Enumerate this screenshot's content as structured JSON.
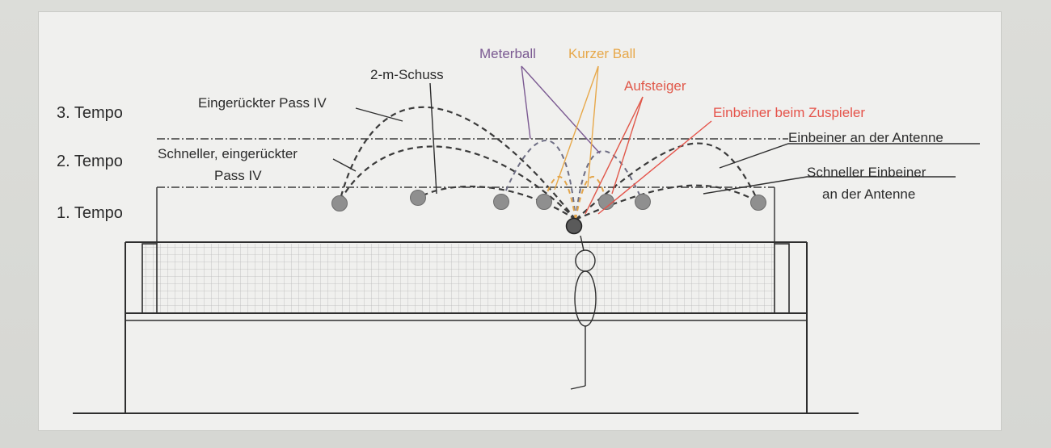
{
  "tempo": {
    "t3": "3. Tempo",
    "t2": "2. Tempo",
    "t1": "1. Tempo"
  },
  "labels": {
    "eingerueckter_pass": "Eingerückter Pass IV",
    "schneller_eingerueckt_1": "Schneller, eingerückter",
    "schneller_eingerueckt_2": "Pass IV",
    "zwei_m_schuss": "2-m-Schuss",
    "meterball": "Meterball",
    "kurzer_ball": "Kurzer Ball",
    "aufsteiger": "Aufsteiger",
    "einbeiner_zuspieler": "Einbeiner beim Zuspieler",
    "einbeiner_antenne": "Einbeiner an der Antenne",
    "schneller_einbeiner_1": "Schneller Einbeiner",
    "schneller_einbeiner_2": "an der Antenne"
  },
  "colors": {
    "meterball": "#7b5a92",
    "kurzer_ball": "#e7a84a",
    "aufsteiger": "#e0584a",
    "einbeiner_zuspieler": "#e5534a",
    "ball": "#8f8f8f",
    "net_grid": "#b9b9b9"
  }
}
